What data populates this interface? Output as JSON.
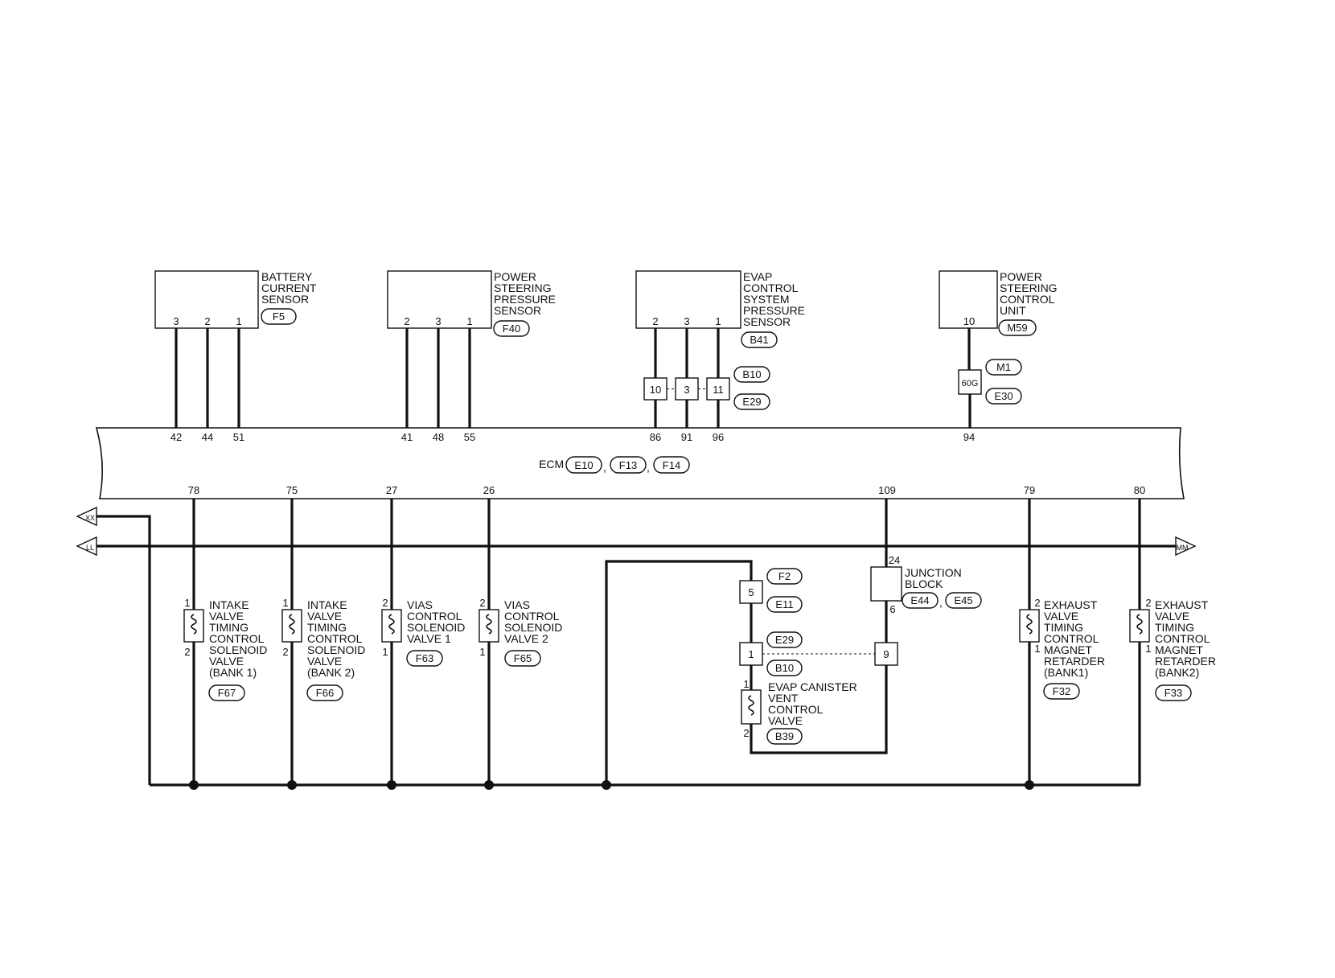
{
  "components": {
    "battery_current_sensor": {
      "label": [
        "BATTERY",
        "CURRENT",
        "SENSOR"
      ],
      "connector": "F5",
      "pins": [
        "3",
        "2",
        "1"
      ]
    },
    "ps_pressure_sensor": {
      "label": [
        "POWER",
        "STEERING",
        "PRESSURE",
        "SENSOR"
      ],
      "connector": "F40",
      "pins": [
        "2",
        "3",
        "1"
      ]
    },
    "evap_pressure_sensor": {
      "label": [
        "EVAP",
        "CONTROL",
        "SYSTEM",
        "PRESSURE",
        "SENSOR"
      ],
      "connector": "B41",
      "pins": [
        "2",
        "3",
        "1"
      ]
    },
    "ps_control_unit": {
      "label": [
        "POWER",
        "STEERING",
        "CONTROL",
        "UNIT"
      ],
      "connector": "M59",
      "pins": [
        "10"
      ]
    }
  },
  "joints": {
    "evap_joint": {
      "pins": [
        "10",
        "3",
        "11"
      ],
      "connectors": [
        "B10",
        "E29"
      ]
    },
    "ps_joint": {
      "pin": "60G",
      "connectors": [
        "M1",
        "E30"
      ]
    }
  },
  "ecm": {
    "label": "ECM",
    "connectors": [
      "E10",
      "F13",
      "F14"
    ],
    "separators": [
      ",",
      ","
    ],
    "top_pins": [
      "42",
      "44",
      "51",
      "41",
      "48",
      "55",
      "86",
      "91",
      "96",
      "94"
    ],
    "bottom_pins": [
      "78",
      "75",
      "27",
      "26",
      "109",
      "79",
      "80"
    ]
  },
  "arrows": {
    "left_top": "XX",
    "left_bottom": "LL",
    "right": "MM"
  },
  "solenoids": [
    {
      "label": [
        "INTAKE",
        "VALVE",
        "TIMING",
        "CONTROL",
        "SOLENOID",
        "VALVE",
        "(BANK 1)"
      ],
      "connector": "F67",
      "pin_top": "1",
      "pin_bottom": "2"
    },
    {
      "label": [
        "INTAKE",
        "VALVE",
        "TIMING",
        "CONTROL",
        "SOLENOID",
        "VALVE",
        "(BANK 2)"
      ],
      "connector": "F66",
      "pin_top": "1",
      "pin_bottom": "2"
    },
    {
      "label": [
        "VIAS",
        "CONTROL",
        "SOLENOID",
        "VALVE 1"
      ],
      "connector": "F63",
      "pin_top": "2",
      "pin_bottom": "1"
    },
    {
      "label": [
        "VIAS",
        "CONTROL",
        "SOLENOID",
        "VALVE 2"
      ],
      "connector": "F65",
      "pin_top": "2",
      "pin_bottom": "1"
    },
    {
      "label": [
        "EXHAUST",
        "VALVE",
        "TIMING",
        "CONTROL",
        "MAGNET",
        "RETARDER",
        "(BANK1)"
      ],
      "connector": "F32",
      "pin_top": "2",
      "pin_bottom": "1"
    },
    {
      "label": [
        "EXHAUST",
        "VALVE",
        "TIMING",
        "CONTROL",
        "MAGNET",
        "RETARDER",
        "(BANK2)"
      ],
      "connector": "F33",
      "pin_top": "2",
      "pin_bottom": "1"
    }
  ],
  "evap_canister": {
    "label": [
      "EVAP CANISTER",
      "VENT",
      "CONTROL",
      "VALVE"
    ],
    "connector": "B39",
    "pin_top": "1",
    "pin_bottom": "2",
    "joint_5": {
      "pin": "5",
      "connectors": [
        "F2",
        "E11"
      ]
    },
    "joint_1": {
      "pin": "1",
      "connectors": [
        "E29",
        "B10"
      ]
    }
  },
  "junction_block": {
    "label": [
      "JUNCTION",
      "BLOCK"
    ],
    "connectors": [
      "E44",
      "E45"
    ],
    "separator": ",",
    "pin_top": "24",
    "pin_bottom": "6",
    "joint_pin": "9"
  }
}
